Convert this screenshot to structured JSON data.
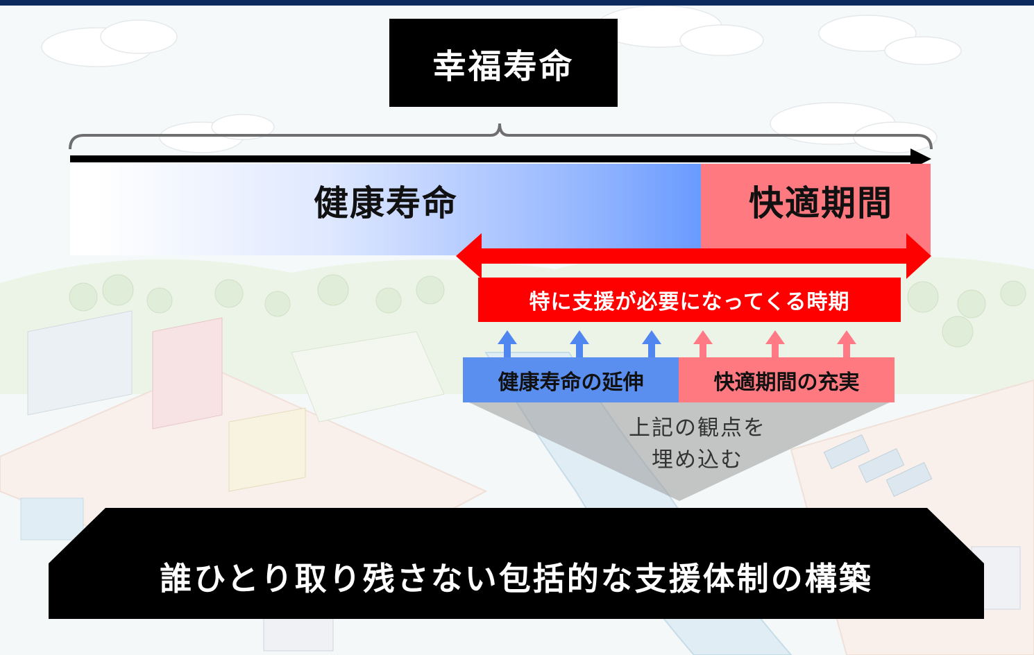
{
  "title": "幸福寿命",
  "band": {
    "health_label": "健康寿命",
    "comfort_label": "快適期間"
  },
  "period_label": "特に支援が必要になってくる時期",
  "extension_label": "健康寿命の延伸",
  "fulfillment_label": "快適期間の充実",
  "embed_text_line1": "上記の観点を",
  "embed_text_line2": "埋め込む",
  "bottom_label": "誰ひとり取り残さない包括的な支援体制の構築",
  "colors": {
    "top_bar": "#0c2a5e",
    "health_blue": "#6a9bff",
    "comfort_pink": "#ff7a80",
    "period_red": "#ff0000",
    "up_arrow_blue": "#4f86f0",
    "up_arrow_pink": "#ff7a85"
  }
}
